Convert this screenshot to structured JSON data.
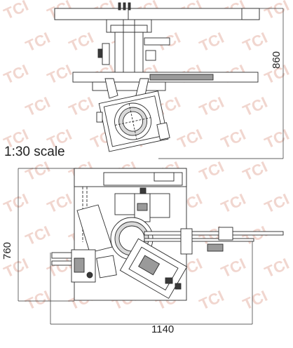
{
  "scale_label": "1:30 scale",
  "dimensions": {
    "top_view_height": "860",
    "bottom_view_height": "760",
    "bottom_view_width": "1140"
  },
  "watermark_text": "TCI",
  "colors": {
    "line": "#2b2b2b",
    "gray_fill": "#9a9a9a",
    "light_fill": "#d9d9d9",
    "dark_fill": "#3a3a3a",
    "watermark": "#f1d6cf"
  }
}
